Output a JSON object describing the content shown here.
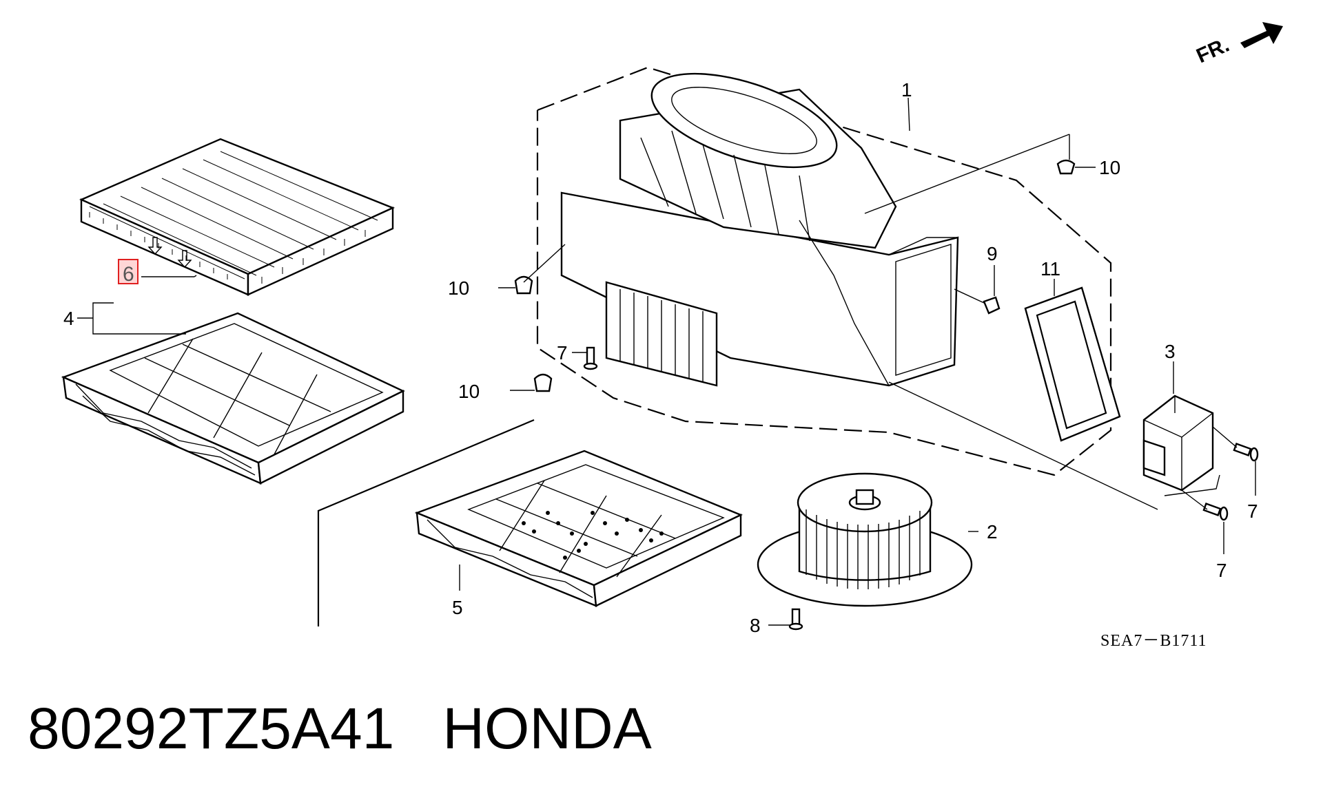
{
  "callouts": {
    "c1": "1",
    "c2": "2",
    "c3": "3",
    "c4": "4",
    "c5": "5",
    "c6": "6",
    "c7a": "7",
    "c7b": "7",
    "c7c": "7",
    "c8": "8",
    "c9": "9",
    "c10a": "10",
    "c10b": "10",
    "c10c": "10",
    "c11": "11"
  },
  "direction_label": "FR.",
  "diagram_code": "SEA7－B1711",
  "caption": {
    "part_number": "80292TZ5A41",
    "brand": "HONDA"
  },
  "highlight_color": "#e02020"
}
